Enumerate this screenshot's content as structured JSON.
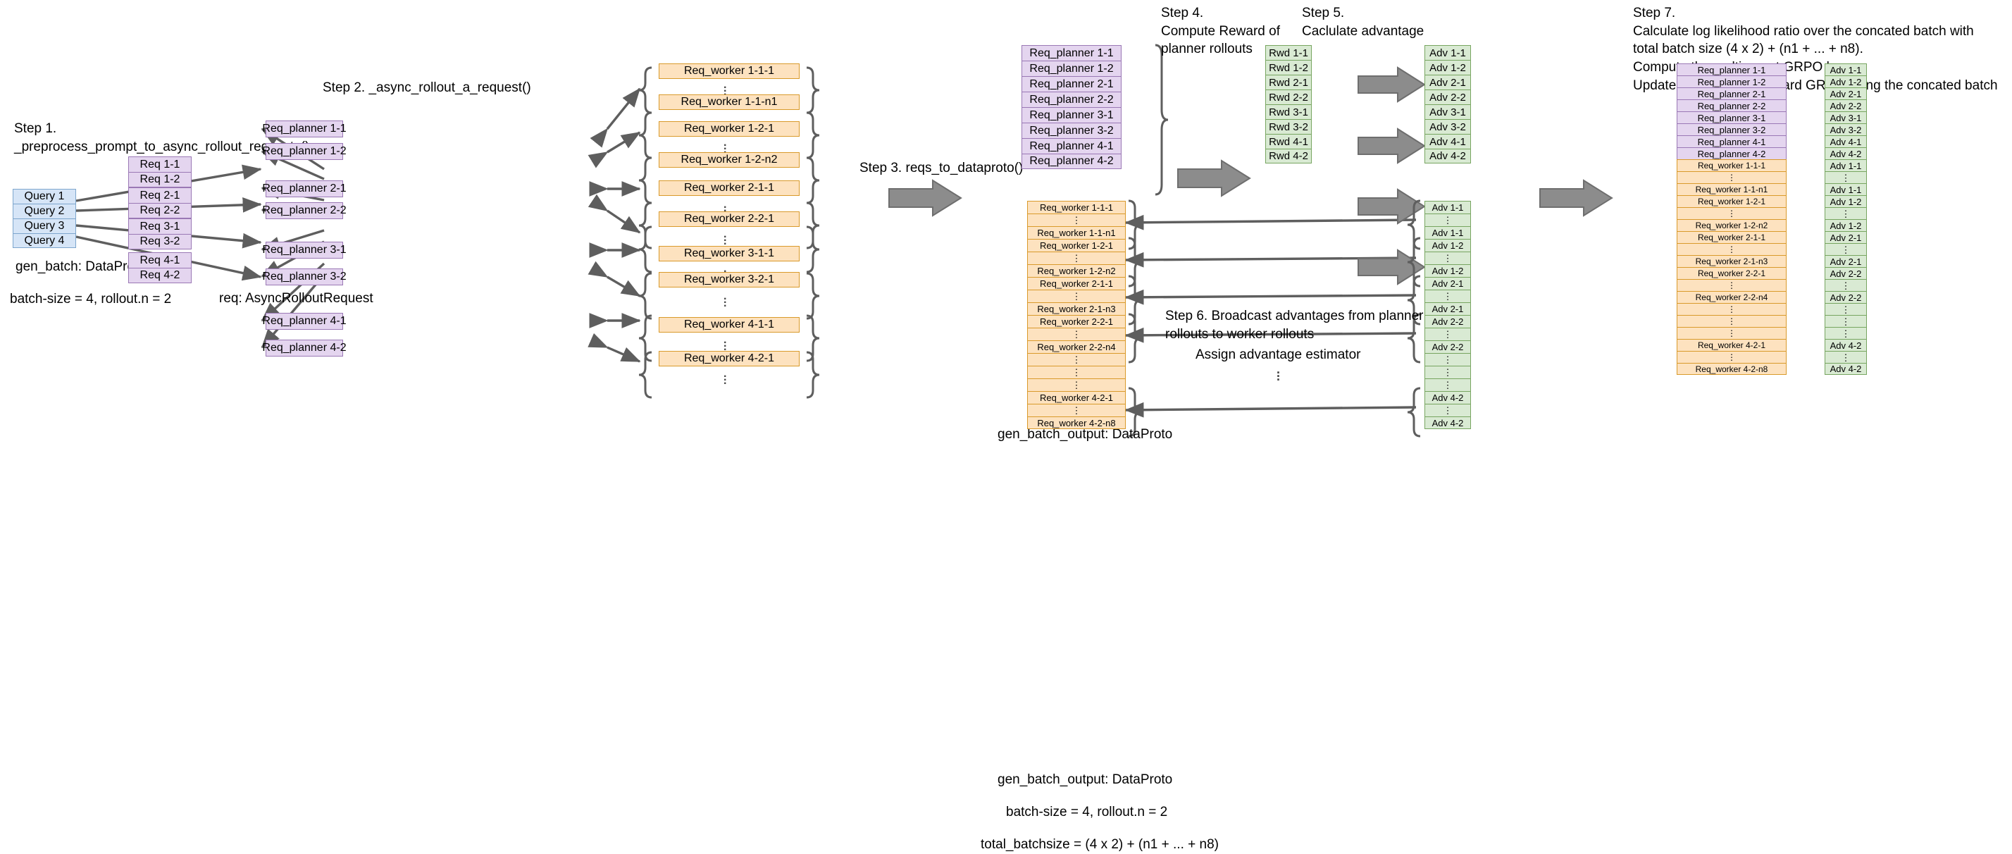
{
  "steps": {
    "step1": "Step 1.\n_preprocess_prompt_to_async_rollout_requests()",
    "step2": "Step 2. _async_rollout_a_request()",
    "step3": "Step 3. reqs_to_dataproto()",
    "step4": "Step 4.\nCompute Reward of\nplanner rollouts",
    "step5": "Step 5.\nCaclulate advantage",
    "step6": "Step 6. Broadcast advantages from planner\nrollouts to worker rollouts",
    "step7": "Step 7.\nCalculate log likelihood ratio over the concated batch with\ntotal batch size (4 x 2) + (n1 + ... + n8).\nCompute the multi-agent GRPO loss.\nUpdate the LLM as standard GRPO using the concated batch"
  },
  "captions": {
    "gen_batch": "gen_batch: DataProto",
    "gen_batch_params": "batch-size = 4, rollout.n = 2",
    "req_type": "req: AsyncRolloutRequest",
    "gen_batch_output": "gen_batch_output: DataProto",
    "gen_batch_output_params": "batch-size = 4, rollout.n = 2",
    "total_batchsize": "total_batchsize = (4 x 2) + (n1 + ... + n8)",
    "assign_adv": "Assign advantage estimator"
  },
  "queries": [
    "Query 1",
    "Query 2",
    "Query 3",
    "Query 4"
  ],
  "req_groups": [
    [
      "Req 1-1",
      "Req 1-2"
    ],
    [
      "Req 2-1",
      "Req 2-2"
    ],
    [
      "Req 3-1",
      "Req 3-2"
    ],
    [
      "Req 4-1",
      "Req 4-2"
    ]
  ],
  "planners": [
    "Req_planner 1-1",
    "Req_planner 1-2",
    "Req_planner 2-1",
    "Req_planner 2-2",
    "Req_planner 3-1",
    "Req_planner 3-2",
    "Req_planner 4-1",
    "Req_planner 4-2"
  ],
  "worker_groups": [
    {
      "first": "Req_worker 1-1-1",
      "last": "Req_worker 1-1-n1"
    },
    {
      "first": "Req_worker 1-2-1",
      "last": "Req_worker 1-2-n2"
    },
    {
      "first": "Req_worker 2-1-1",
      "last": ""
    },
    {
      "first": "Req_worker 2-2-1",
      "last": ""
    },
    {
      "first": "Req_worker 3-1-1",
      "last": ""
    },
    {
      "first": "Req_worker 3-2-1",
      "last": ""
    },
    {
      "first": "Req_worker 4-1-1",
      "last": ""
    },
    {
      "first": "Req_worker 4-2-1",
      "last": ""
    }
  ],
  "planner_column": [
    "Req_planner 1-1",
    "Req_planner 1-2",
    "Req_planner 2-1",
    "Req_planner 2-2",
    "Req_planner 3-1",
    "Req_planner 3-2",
    "Req_planner 4-1",
    "Req_planner 4-2"
  ],
  "rewards": [
    "Rwd 1-1",
    "Rwd 1-2",
    "Rwd 2-1",
    "Rwd 2-2",
    "Rwd 3-1",
    "Rwd 3-2",
    "Rwd 4-1",
    "Rwd 4-2"
  ],
  "advantages": [
    "Adv 1-1",
    "Adv 1-2",
    "Adv 2-1",
    "Adv 2-2",
    "Adv 3-1",
    "Adv 3-2",
    "Adv 4-1",
    "Adv 4-2"
  ],
  "step6_workers": [
    "Req_worker 1-1-1",
    "⋮",
    "Req_worker 1-1-n1",
    "Req_worker 1-2-1",
    "⋮",
    "Req_worker 1-2-n2",
    "Req_worker 2-1-1",
    "⋮",
    "Req_worker 2-1-n3",
    "Req_worker 2-2-1",
    "⋮",
    "Req_worker 2-2-n4",
    "⋮",
    "⋮",
    "⋮",
    "Req_worker 4-2-1",
    "⋮",
    "Req_worker 4-2-n8"
  ],
  "step6_advantages": [
    "Adv 1-1",
    "⋮",
    "Adv 1-1",
    "Adv 1-2",
    "⋮",
    "Adv 1-2",
    "Adv 2-1",
    "⋮",
    "Adv 2-1",
    "Adv 2-2",
    "⋮",
    "Adv 2-2",
    "⋮",
    "⋮",
    "⋮",
    "Adv 4-2",
    "⋮",
    "Adv 4-2"
  ],
  "final_batch": [
    {
      "label": "Req_planner 1-1",
      "kind": "purple"
    },
    {
      "label": "Req_planner 1-2",
      "kind": "purple"
    },
    {
      "label": "Req_planner 2-1",
      "kind": "purple"
    },
    {
      "label": "Req_planner 2-2",
      "kind": "purple"
    },
    {
      "label": "Req_planner 3-1",
      "kind": "purple"
    },
    {
      "label": "Req_planner 3-2",
      "kind": "purple"
    },
    {
      "label": "Req_planner 4-1",
      "kind": "purple"
    },
    {
      "label": "Req_planner 4-2",
      "kind": "purple"
    },
    {
      "label": "Req_worker 1-1-1",
      "kind": "orange"
    },
    {
      "label": "⋮",
      "kind": "orange"
    },
    {
      "label": "Req_worker 1-1-n1",
      "kind": "orange"
    },
    {
      "label": "Req_worker 1-2-1",
      "kind": "orange"
    },
    {
      "label": "⋮",
      "kind": "orange"
    },
    {
      "label": "Req_worker 1-2-n2",
      "kind": "orange"
    },
    {
      "label": "Req_worker 2-1-1",
      "kind": "orange"
    },
    {
      "label": "⋮",
      "kind": "orange"
    },
    {
      "label": "Req_worker 2-1-n3",
      "kind": "orange"
    },
    {
      "label": "Req_worker 2-2-1",
      "kind": "orange"
    },
    {
      "label": "⋮",
      "kind": "orange"
    },
    {
      "label": "Req_worker 2-2-n4",
      "kind": "orange"
    },
    {
      "label": "⋮",
      "kind": "orange"
    },
    {
      "label": "⋮",
      "kind": "orange"
    },
    {
      "label": "⋮",
      "kind": "orange"
    },
    {
      "label": "Req_worker 4-2-1",
      "kind": "orange"
    },
    {
      "label": "⋮",
      "kind": "orange"
    },
    {
      "label": "Req_worker 4-2-n8",
      "kind": "orange"
    }
  ],
  "final_adv": [
    "Adv 1-1",
    "Adv 1-2",
    "Adv 2-1",
    "Adv 2-2",
    "Adv 3-1",
    "Adv 3-2",
    "Adv 4-1",
    "Adv 4-2",
    "Adv 1-1",
    "⋮",
    "Adv 1-1",
    "Adv 1-2",
    "⋮",
    "Adv 1-2",
    "Adv 2-1",
    "⋮",
    "Adv 2-1",
    "Adv 2-2",
    "⋮",
    "Adv 2-2",
    "⋮",
    "⋮",
    "⋮",
    "Adv 4-2",
    "⋮",
    "Adv 4-2"
  ],
  "colors": {
    "blue": "#d6e5f7",
    "purple": "#e4d5ef",
    "orange": "#fde2bf",
    "green": "#d9ead3",
    "arrow": "#808080",
    "line": "#5e5e5e"
  }
}
